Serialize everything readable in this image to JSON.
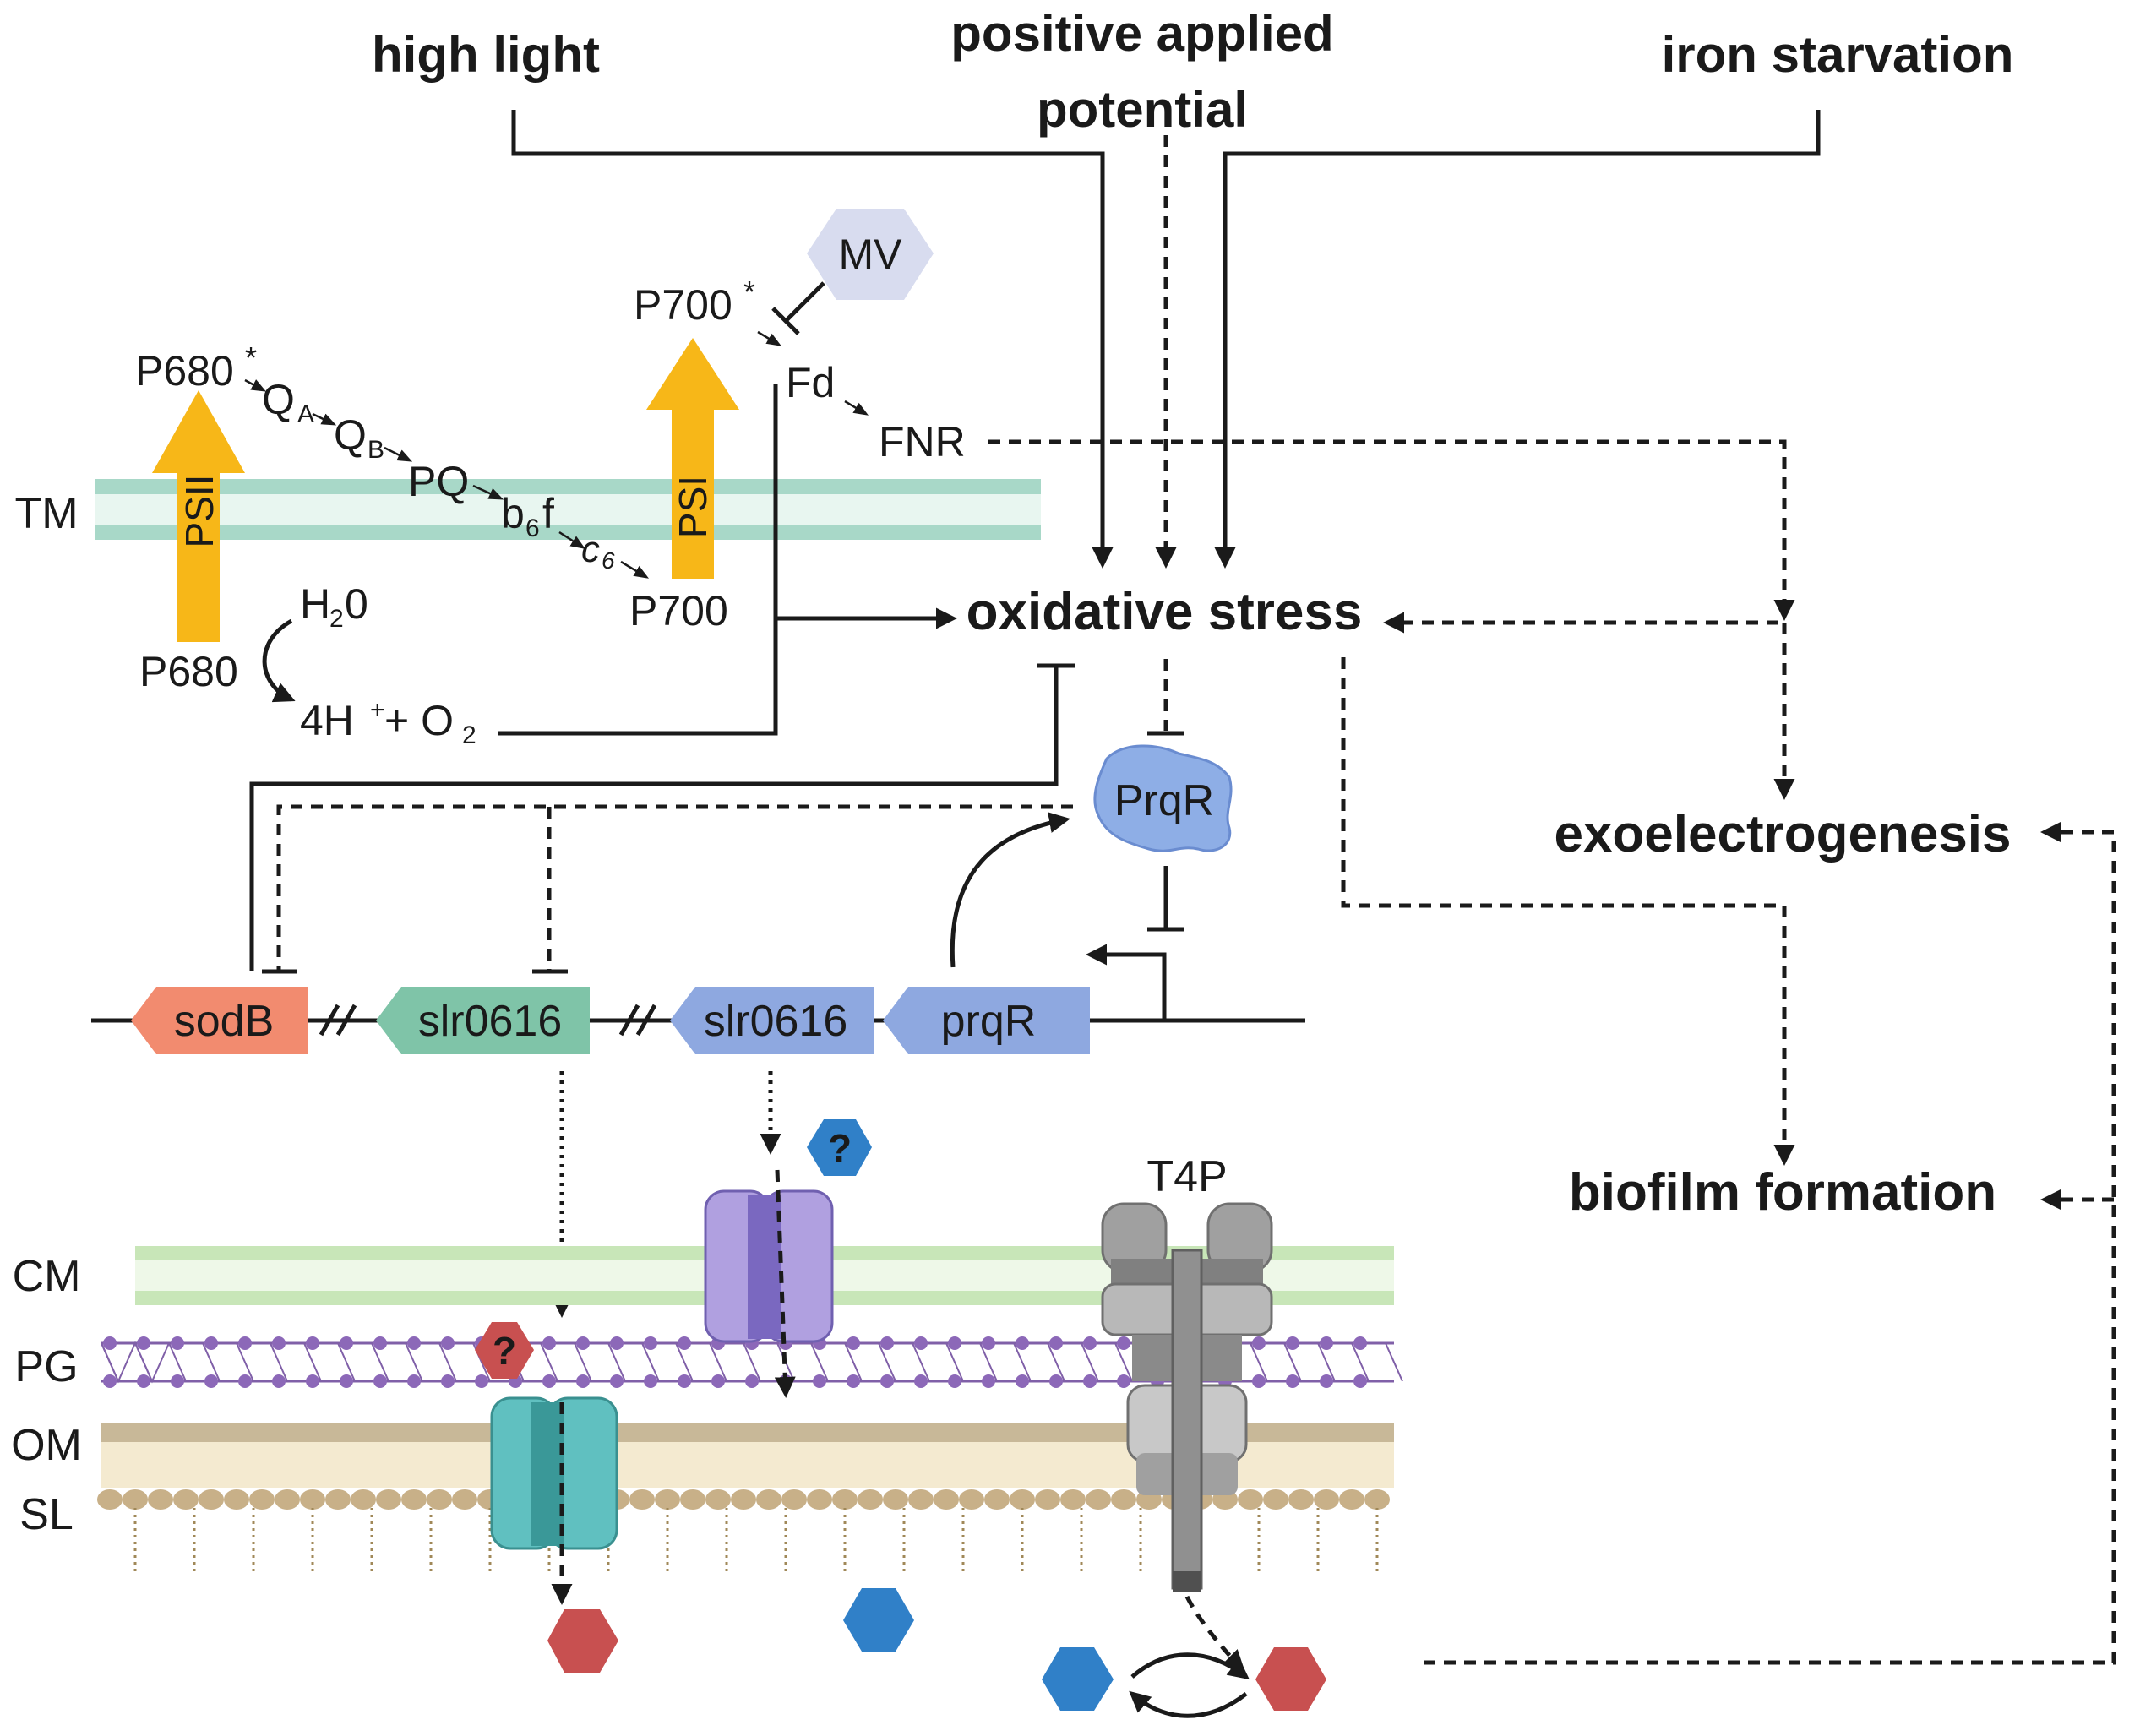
{
  "inputs": {
    "high_light": "high light",
    "positive_applied_potential_line1": "positive applied",
    "positive_applied_potential_line2": "potential",
    "iron_starvation": "iron starvation"
  },
  "photosynthesis": {
    "mv": "MV",
    "p700_star": "P700",
    "p680_star": "P680",
    "star": "*",
    "qa": "Q",
    "qa_sub": "A",
    "qb": "Q",
    "qb_sub": "B",
    "pq": "PQ",
    "b6f": "b",
    "b6f_sub": "6",
    "b6f_f": "f",
    "c6": "c",
    "c6_sub": "6",
    "p700": "P700",
    "p680": "P680",
    "fd": "Fd",
    "fnr": "FNR",
    "h2o": "H",
    "h2o_sub": "2",
    "h2o_tail": "0",
    "protons_o2": "4H",
    "protons_plus": "+",
    "o2_part": " + O",
    "o2_sub": "2",
    "psii": "PSII",
    "psi": "PSI"
  },
  "membrane_labels": {
    "tm": "TM",
    "cm": "CM",
    "pg": "PG",
    "om": "OM",
    "sl": "SL"
  },
  "outcomes": {
    "oxidative_stress": "oxidative stress",
    "exoelectrogenesis": "exoelectrogenesis",
    "biofilm_formation": "biofilm formation"
  },
  "regulator": {
    "prqr_protein": "PrqR"
  },
  "genes": [
    {
      "label": "sodB",
      "color": "#f28b6f"
    },
    {
      "label": "slr0616",
      "color": "#7fc4a8"
    },
    {
      "label": "slr0616",
      "color": "#8ea8e0"
    },
    {
      "label": "prqR",
      "color": "#8ea8e0"
    }
  ],
  "transport": {
    "t4p": "T4P",
    "unknown_mark": "?"
  },
  "colors": {
    "psi_arrow": "#f7b718",
    "tm_band": "#a8d8c8",
    "cm_band": "#c8e6b8",
    "pg_chain": "#8060a8",
    "om_band": "#d6c8a0",
    "sl_bead": "#c8b088",
    "mv_hex": "#d8dcef",
    "prqr_blob": "#8eaee6",
    "red_hex": "#c85050",
    "blue_hex": "#3080c8",
    "teal_channel": "#60c0c0",
    "purple_channel": "#a898e0",
    "t4p_gray": "#909090"
  }
}
